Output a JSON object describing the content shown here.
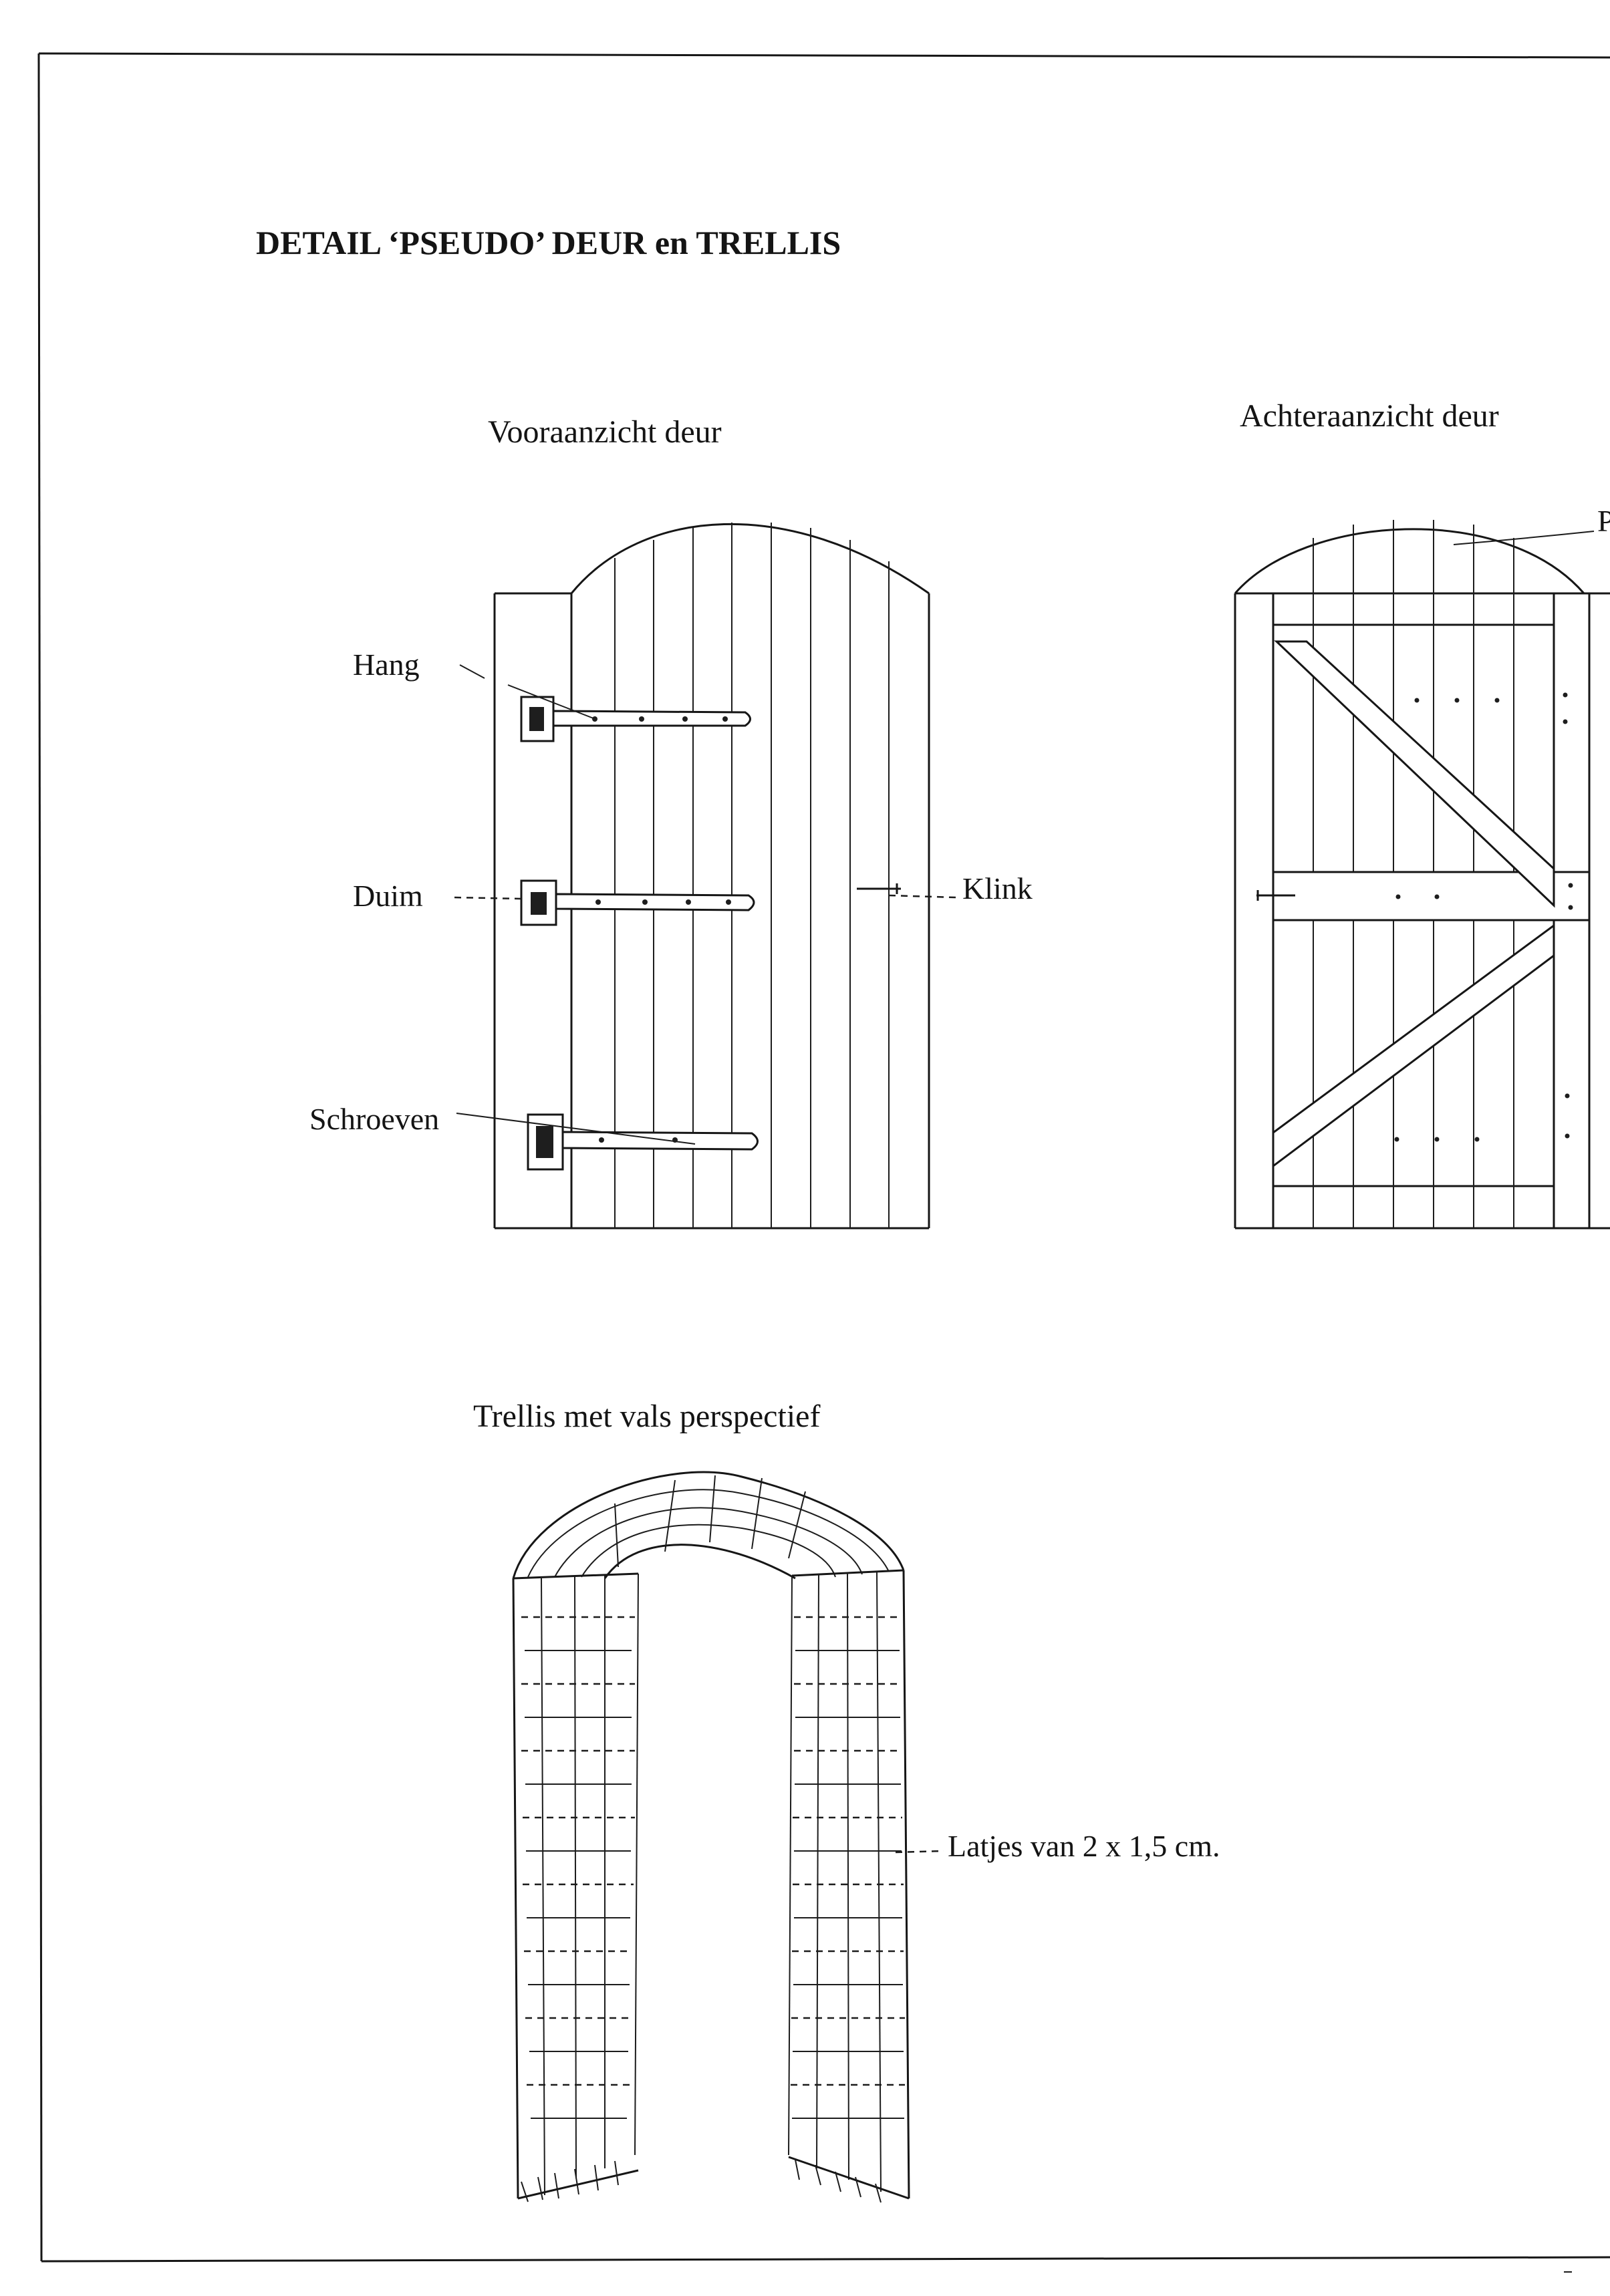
{
  "title": "DETAIL ‘PSEUDO’ DEUR en TRELLIS",
  "front_view": {
    "caption": "Vooraanzicht deur",
    "labels": {
      "hang": "Hang",
      "duim": "Duim",
      "schroeven": "Schroeven",
      "klink": "Klink"
    }
  },
  "back_view": {
    "caption": "Achteraanzicht deur",
    "edge_label": "P"
  },
  "trellis": {
    "caption": "Trellis met vals perspectief",
    "latjes_label": "Latjes van 2 x 1,5 cm."
  }
}
